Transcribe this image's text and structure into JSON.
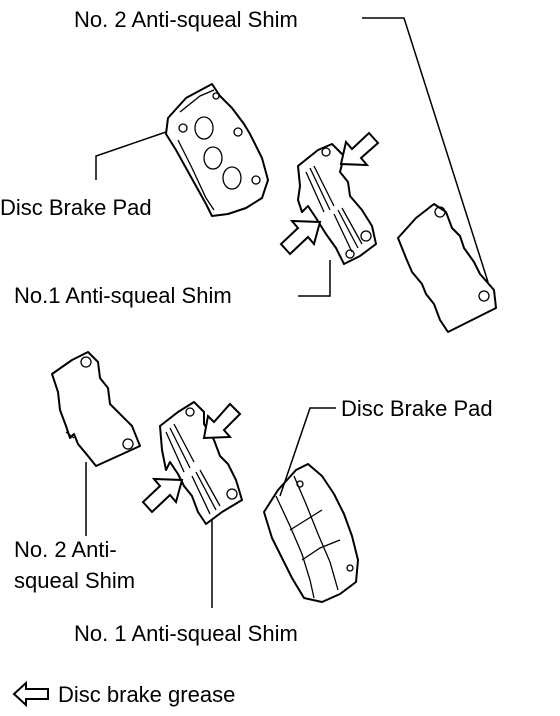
{
  "labels": {
    "top_no2_shim": "No. 2 Anti-squeal Shim",
    "top_disc_pad": "Disc Brake Pad",
    "top_no1_shim": "No.1 Anti-squeal Shim",
    "bottom_disc_pad": "Disc Brake Pad",
    "bottom_no2_shim_line1": "No. 2 Anti-",
    "bottom_no2_shim_line2": "squeal Shim",
    "bottom_no1_shim": "No. 1 Anti-squeal Shim"
  },
  "legend": {
    "grease_label": "Disc brake grease",
    "grease_icon": "outline-arrow-left-icon"
  }
}
